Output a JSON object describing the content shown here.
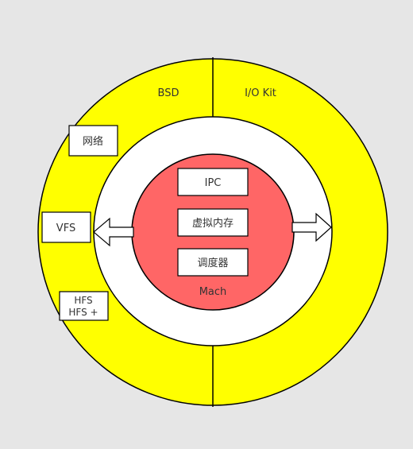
{
  "outer_ring": {
    "left_section": "BSD",
    "right_section": "I/O Kit",
    "color": "#ffff00"
  },
  "middle_ring": {
    "color": "#ffffff"
  },
  "core": {
    "label": "Mach",
    "color": "#ff6666",
    "components": [
      "IPC",
      "虚拟内存",
      "调度器"
    ]
  },
  "bsd_components": {
    "network": "网络",
    "vfs": "VFS",
    "hfs_line1": "HFS",
    "hfs_line2": "HFS +"
  },
  "background_color": "#e6e6e6"
}
